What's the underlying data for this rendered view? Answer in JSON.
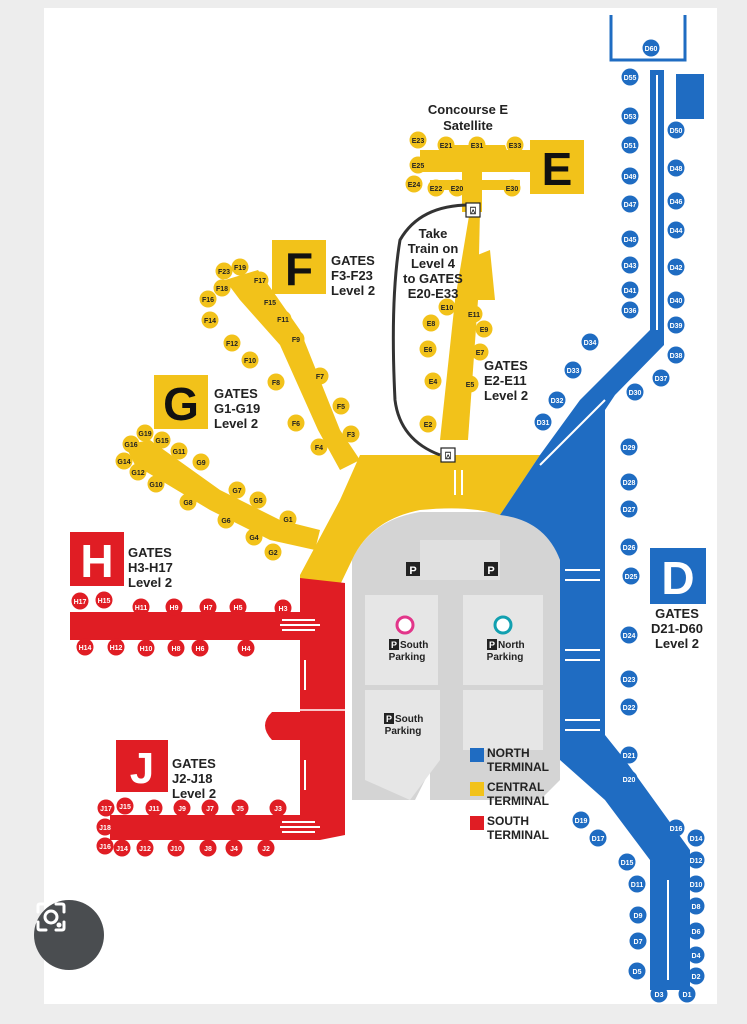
{
  "colors": {
    "north": "#1f6cc2",
    "central": "#f2c21a",
    "south": "#e01d24",
    "terminal_gray": "#cfcfcf",
    "parking_gray": "#e3e3e3"
  },
  "concourses": {
    "E": {
      "letter": "E",
      "title_line1": "Concourse E",
      "title_line2": "Satellite"
    },
    "F": {
      "letter": "F",
      "line1": "GATES",
      "line2": "F3-F23",
      "line3": "Level 2"
    },
    "G": {
      "letter": "G",
      "line1": "GATES",
      "line2": "G1-G19",
      "line3": "Level 2"
    },
    "H": {
      "letter": "H",
      "line1": "GATES",
      "line2": "H3-H17",
      "line3": "Level 2"
    },
    "J": {
      "letter": "J",
      "line1": "GATES",
      "line2": "J2-J18",
      "line3": "Level 2"
    },
    "D": {
      "letter": "D",
      "line1": "GATES",
      "line2": "D21-D60",
      "line3": "Level 2"
    },
    "E_lower": {
      "line1": "GATES",
      "line2": "E2-E11",
      "line3": "Level 2"
    }
  },
  "train": {
    "line1": "Take",
    "line2": "Train on",
    "line3": "Level 4",
    "line4": "to GATES",
    "line5": "E20-E33"
  },
  "parking": {
    "south_top_line1": "South",
    "south_top_line2": "Parking",
    "north_line1": "North",
    "north_line2": "Parking",
    "south_bottom_line1": "South",
    "south_bottom_line2": "Parking",
    "p_symbol": "P"
  },
  "legend": [
    {
      "line1": "NORTH",
      "line2": "TERMINAL",
      "color": "#1f6cc2"
    },
    {
      "line1": "CENTRAL",
      "line2": "TERMINAL",
      "color": "#f2c21a"
    },
    {
      "line1": "SOUTH",
      "line2": "TERMINAL",
      "color": "#e01d24"
    }
  ],
  "gates": {
    "E": [
      "E23",
      "E21",
      "E31",
      "E33",
      "E25",
      "E24",
      "E22",
      "E20",
      "E30",
      "E10",
      "E11",
      "E8",
      "E9",
      "E6",
      "E7",
      "E4",
      "E5",
      "E2"
    ],
    "F": [
      "F19",
      "F23",
      "F17",
      "F18",
      "F16",
      "F15",
      "F14",
      "F11",
      "F12",
      "F9",
      "F10",
      "F8",
      "F7",
      "F5",
      "F6",
      "F3",
      "F4"
    ],
    "G": [
      "G19",
      "G16",
      "G15",
      "G14",
      "G11",
      "G12",
      "G9",
      "G10",
      "G8",
      "G7",
      "G5",
      "G6",
      "G1",
      "G4",
      "G2"
    ],
    "H": [
      "H17",
      "H15",
      "H11",
      "H9",
      "H7",
      "H5",
      "H3",
      "H14",
      "H12",
      "H10",
      "H8",
      "H6",
      "H4"
    ],
    "J": [
      "J17",
      "J15",
      "J11",
      "J9",
      "J7",
      "J5",
      "J3",
      "J18",
      "J16",
      "J14",
      "J12",
      "J10",
      "J8",
      "J4",
      "J2"
    ],
    "D": [
      "D60",
      "D55",
      "D53",
      "D51",
      "D49",
      "D47",
      "D45",
      "D43",
      "D41",
      "D36",
      "D34",
      "D33",
      "D32",
      "D31",
      "D50",
      "D48",
      "D46",
      "D44",
      "D42",
      "D40",
      "D39",
      "D38",
      "D37",
      "D30",
      "D29",
      "D28",
      "D27",
      "D26",
      "D25",
      "D24",
      "D23",
      "D22",
      "D21",
      "D20",
      "D19",
      "D17",
      "D16",
      "D14",
      "D15",
      "D12",
      "D11",
      "D10",
      "D9",
      "D8",
      "D7",
      "D6",
      "D5",
      "D4",
      "D3",
      "D2",
      "D1"
    ]
  },
  "icons": {
    "lens": "google-lens-camera-icon",
    "train": "train-icon",
    "pink_pin": "pink-location-icon",
    "teal_pin": "teal-location-icon"
  }
}
